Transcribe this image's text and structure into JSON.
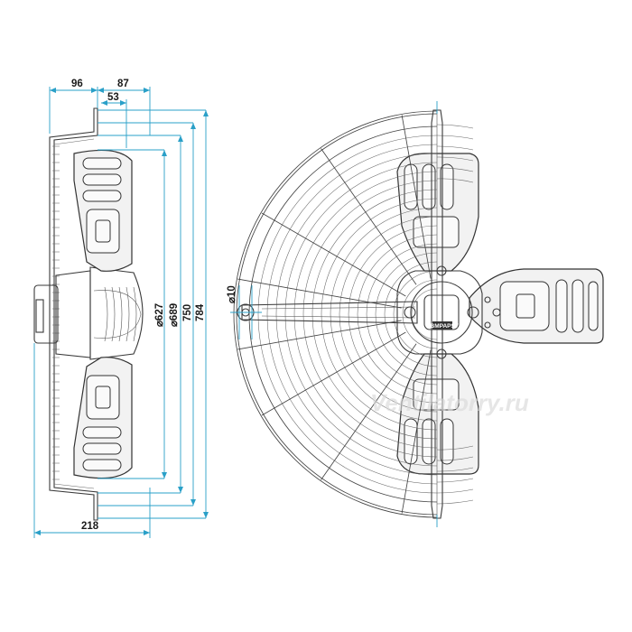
{
  "dimensions": {
    "d96": "96",
    "d87": "87",
    "d53": "53",
    "d218": "218",
    "d627": "⌀627",
    "d689": "⌀689",
    "d750": "750",
    "d784": "784",
    "d10": "⌀10"
  },
  "nameplate": "EBMPAPST",
  "watermark": "Ventilatorry.ru",
  "colors": {
    "dimension_lines": "#2aa0c8",
    "outline": "#333333"
  }
}
